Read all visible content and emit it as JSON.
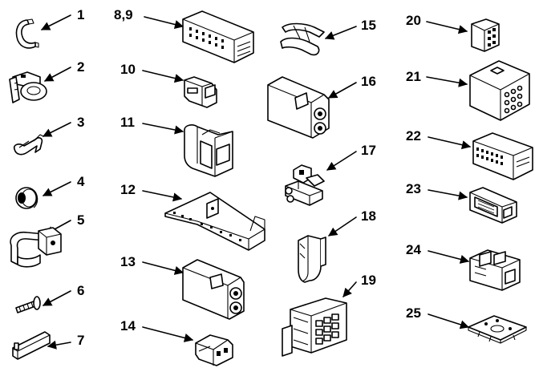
{
  "diagram": {
    "labels": [
      "1",
      "2",
      "3",
      "4",
      "5",
      "6",
      "7",
      "8,9",
      "10",
      "11",
      "12",
      "13",
      "14",
      "15",
      "16",
      "17",
      "18",
      "19",
      "20",
      "21",
      "22",
      "23",
      "24",
      "25"
    ]
  }
}
